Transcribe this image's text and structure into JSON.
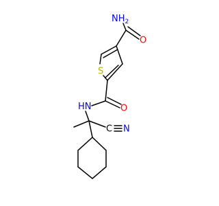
{
  "colors": {
    "background": "#ffffff",
    "bond": "#000000",
    "oxygen": "#ff0000",
    "nitrogen": "#0000ff",
    "sulfur": "#b5b500"
  },
  "atoms": {
    "amide_n_top": {
      "element": "N",
      "hydrogens": "H",
      "subscript": "2",
      "text": "NH2"
    },
    "amide_o_top": {
      "element": "O",
      "text": "O"
    },
    "thiophene_s": {
      "element": "S",
      "text": "S"
    },
    "amide_o_mid": {
      "element": "O",
      "text": "O"
    },
    "amide_nh": {
      "element": "N",
      "hydrogens": "H",
      "text": "NH"
    },
    "nitrile_c": {
      "element": "C",
      "text": "C"
    },
    "nitrile_n": {
      "element": "N",
      "text": "N"
    }
  }
}
